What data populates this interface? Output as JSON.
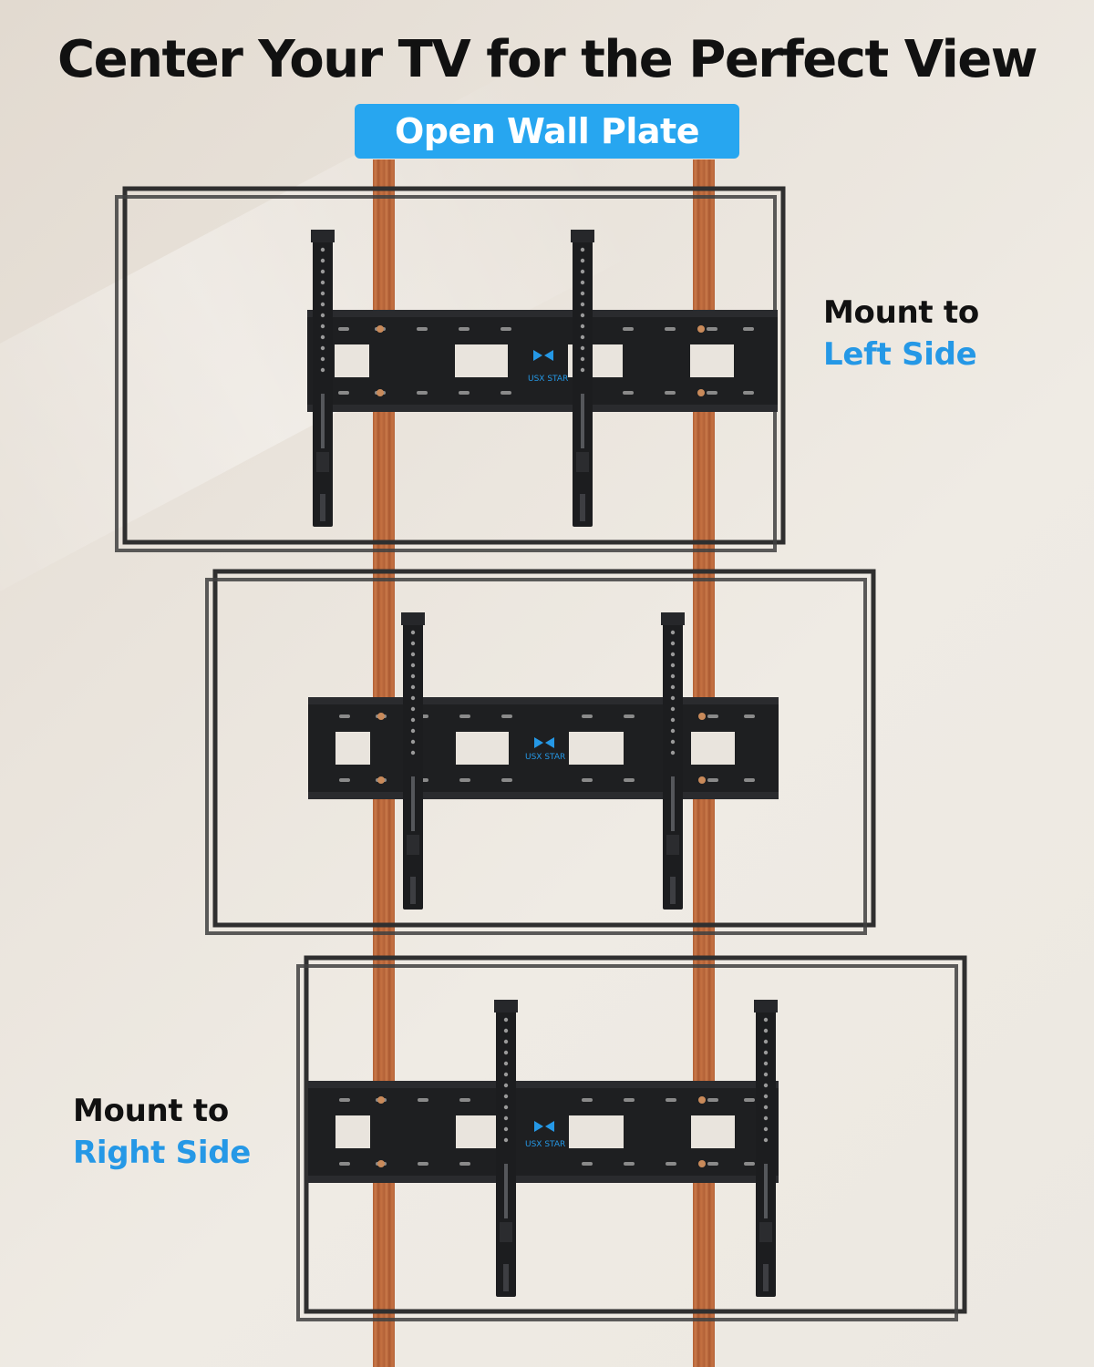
{
  "headline": "Center Your TV for the Perfect View",
  "badge": "Open Wall Plate",
  "captions": {
    "left": {
      "line1": "Mount to",
      "line2": "Left Side"
    },
    "right": {
      "line1": "Mount to",
      "line2": "Right Side"
    }
  },
  "logo_text": "USX STAR",
  "colors": {
    "accent_blue": "#2598e6",
    "badge_blue": "#27a6f0",
    "stud_wood": "#b6653a",
    "bracket": "#1e1f21",
    "frame": "#3a3a3a"
  }
}
